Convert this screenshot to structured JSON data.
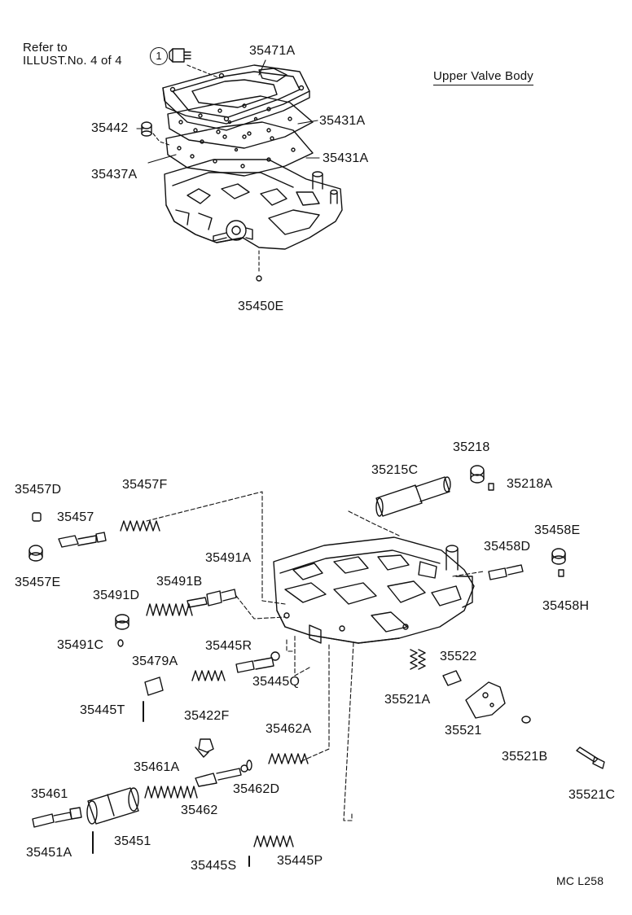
{
  "header": {
    "refer_line1": "Refer to",
    "refer_line2": "ILLUST.No. 4 of 4",
    "refer_circle": "1",
    "title": "Upper Valve Body",
    "code": "MC L258"
  },
  "parts": {
    "p35471A": "35471A",
    "p35442": "35442",
    "p35431A_1": "35431A",
    "p35431A_2": "35431A",
    "p35437A": "35437A",
    "p35450E": "35450E",
    "p35218": "35218",
    "p35215C": "35215C",
    "p35218A": "35218A",
    "p35457D": "35457D",
    "p35457F": "35457F",
    "p35457": "35457",
    "p35458E": "35458E",
    "p35458D": "35458D",
    "p35457E": "35457E",
    "p35491A": "35491A",
    "p35458H": "35458H",
    "p35491D": "35491D",
    "p35491B": "35491B",
    "p35445R": "35445R",
    "p35491C": "35491C",
    "p35479A": "35479A",
    "p35522": "35522",
    "p35445Q": "35445Q",
    "p35521A": "35521A",
    "p35445T": "35445T",
    "p35422F": "35422F",
    "p35521": "35521",
    "p35462A": "35462A",
    "p35521B": "35521B",
    "p35461A": "35461A",
    "p35461": "35461",
    "p35462D": "35462D",
    "p35521C": "35521C",
    "p35462": "35462",
    "p35451": "35451",
    "p35451A": "35451A",
    "p35445S": "35445S",
    "p35445P": "35445P"
  }
}
